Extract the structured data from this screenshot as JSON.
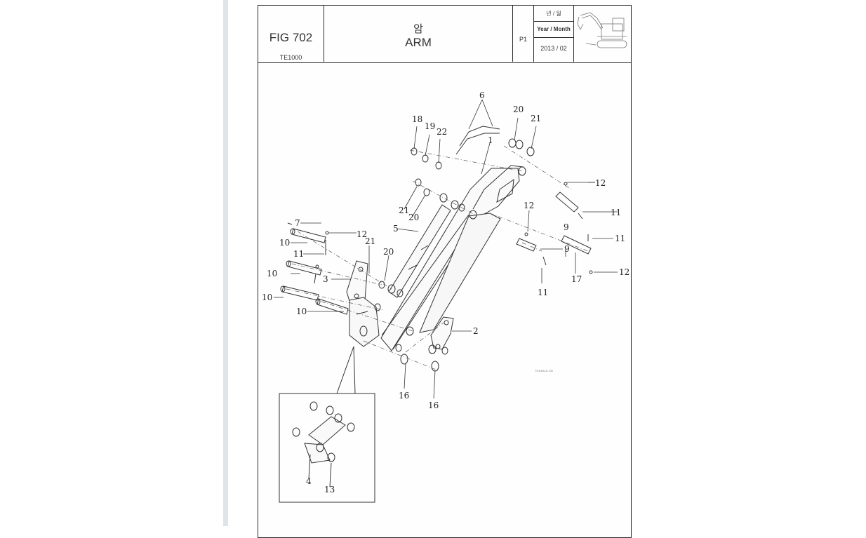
{
  "header": {
    "fig_no": "FIG 702",
    "model": "TE1000",
    "title_ko": "암",
    "title_en": "ARM",
    "page": "P1",
    "date_label_ko": "년 / 월",
    "date_label_en": "Year / Month",
    "date_value": "2013 / 02"
  },
  "drawing_code": "TE1000-A-702",
  "callouts": {
    "c6": "6",
    "c1": "1",
    "c18": "18",
    "c19": "19",
    "c22": "22",
    "c20a": "20",
    "c21a": "21",
    "c12a": "12",
    "c11a": "11",
    "c21b": "21",
    "c20b": "20",
    "c5": "5",
    "c12b": "12",
    "c9a": "9",
    "c7": "7",
    "c12c": "12",
    "c21c": "21",
    "c10a": "10",
    "c11b": "11",
    "c20c": "20",
    "c10b": "10",
    "c3": "3",
    "c11c": "11",
    "c9b": "9",
    "c11d": "11",
    "c17": "17",
    "c12d": "12",
    "c10c": "10",
    "c10d": "10",
    "c2": "2",
    "c16a": "16",
    "c16b": "16",
    "c4": "4",
    "c13": "13"
  }
}
